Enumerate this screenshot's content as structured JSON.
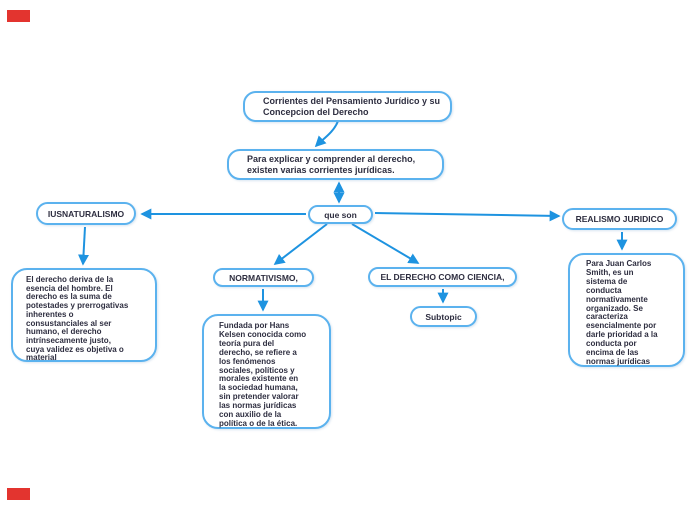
{
  "app": {
    "type": "mind-map-canvas",
    "background": "#ffffff"
  },
  "colors": {
    "node_border": "#5BB2EE",
    "connector": "#1E93E0",
    "text": "#2E2E40",
    "redaction": "#E3342F"
  },
  "nodes": {
    "title": {
      "text": "Corrientes del Pensamiento Jurídico y su\nConcepcion del Derecho"
    },
    "intro": {
      "text": "Para explicar y comprender al derecho,\nexisten varias corrientes jurídicas."
    },
    "que_son": {
      "text": "que son"
    },
    "iusnaturalismo": {
      "text": "IUSNATURALISMO"
    },
    "iusnaturalismo_desc": {
      "text": "El derecho deriva de la\nesencia del hombre. El\nderecho es la suma de\npotestades y prerrogativas\ninherentes o\nconsustanciales al ser\nhumano, el derecho\nintrínsecamente justo,\ncuya validez es objetiva o\nmaterial"
    },
    "normativismo": {
      "text": "NORMATIVISMO,"
    },
    "normativismo_desc": {
      "text": "Fundada por Hans\nKelsen conocida como\nteoría pura del\nderecho, se refiere a\nlos fenómenos\nsociales, políticos y\nmorales existente en\nla sociedad humana,\nsin pretender valorar\nlas normas jurídicas\ncon auxilio de la\npolítica o de la ética."
    },
    "derecho_como_ciencia": {
      "text": "EL DERECHO COMO CIENCIA,"
    },
    "subtopic": {
      "text": "Subtopic"
    },
    "realismo_juridico": {
      "text": "REALISMO JURIDICO"
    },
    "realismo_desc": {
      "text": "Para Juan Carlos\nSmith, es un\nsistema de\nconducta\nnormativamente\norganizado. Se\ncaracteriza\nesencialmente por\ndarle prioridad a la\nconducta por\nencima de las\nnormas jurídicas"
    }
  }
}
